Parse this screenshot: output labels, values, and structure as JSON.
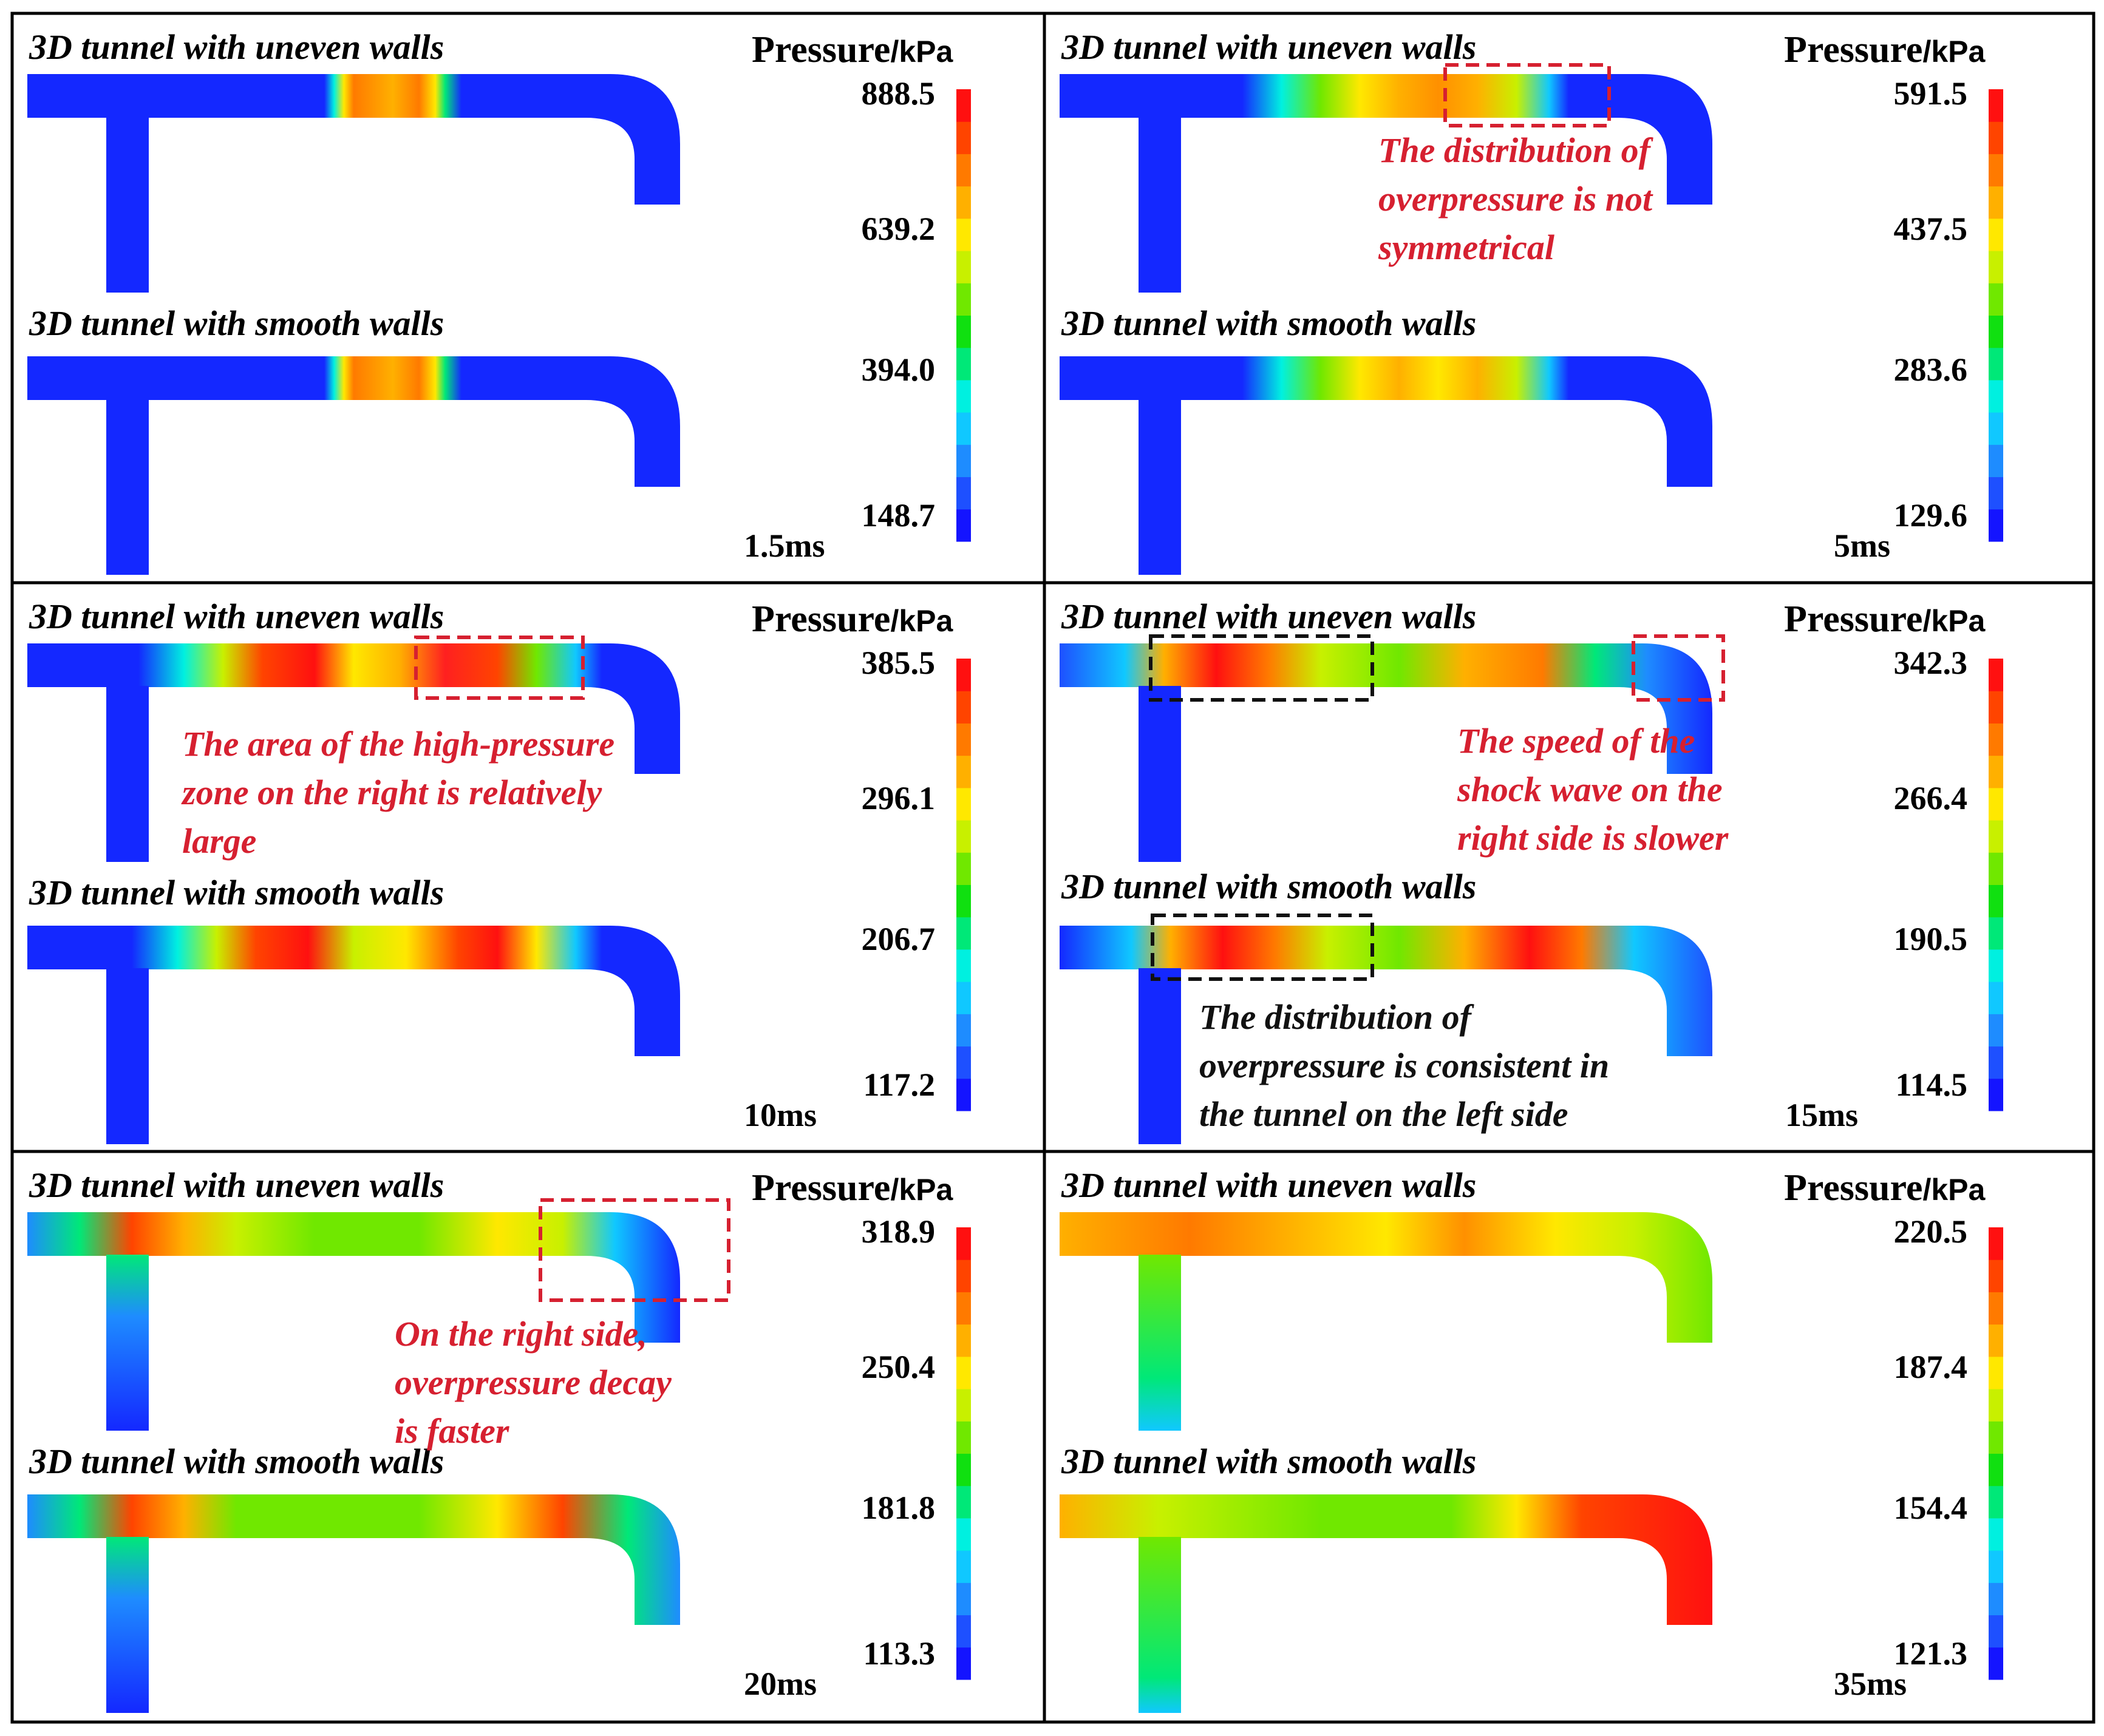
{
  "figure": {
    "tunnel_labels": {
      "uneven": "3D tunnel with uneven walls",
      "smooth": "3D tunnel with smooth walls"
    },
    "colorbar_title_main": "Pressure",
    "colorbar_title_unit": "/kPa",
    "colors": {
      "annotation_red": "#d62030",
      "annotation_black": "#111111",
      "tunnel_base_blue": "#1428ff",
      "colormap": [
        "#1414ff",
        "#1e50ff",
        "#1e8cff",
        "#10c8ff",
        "#00f0e0",
        "#00e878",
        "#10e010",
        "#70e800",
        "#c8f000",
        "#ffe800",
        "#ffb000",
        "#ff7a00",
        "#ff4400",
        "#ff1010"
      ]
    },
    "panels": [
      {
        "id": "p1",
        "time": "1.5ms",
        "colorbar_ticks": [
          "888.5",
          "639.2",
          "394.0",
          "148.7"
        ],
        "colorbar_levels": [
          888.5,
          639.2,
          394.0,
          148.7
        ],
        "annotations": []
      },
      {
        "id": "p2",
        "time": "5ms",
        "colorbar_ticks": [
          "591.5",
          "437.5",
          "283.6",
          "129.6"
        ],
        "colorbar_levels": [
          591.5,
          437.5,
          283.6,
          129.6
        ],
        "annotations": [
          {
            "color": "red",
            "lines": [
              "The distribution of",
              "overpressure is not",
              "symmetrical"
            ]
          }
        ]
      },
      {
        "id": "p3",
        "time": "10ms",
        "colorbar_ticks": [
          "385.5",
          "296.1",
          "206.7",
          "117.2"
        ],
        "colorbar_levels": [
          385.5,
          296.1,
          206.7,
          117.2
        ],
        "annotations": [
          {
            "color": "red",
            "lines": [
              "The area of the high-pressure",
              "zone on the right is relatively",
              "large"
            ]
          }
        ]
      },
      {
        "id": "p4",
        "time": "15ms",
        "colorbar_ticks": [
          "342.3",
          "266.4",
          "190.5",
          "114.5"
        ],
        "colorbar_levels": [
          342.3,
          266.4,
          190.5,
          114.5
        ],
        "annotations": [
          {
            "color": "red",
            "lines": [
              "The speed of the",
              "shock wave on the",
              "right side is slower"
            ]
          },
          {
            "color": "black",
            "lines": [
              "The distribution of",
              "overpressure is consistent in",
              "the tunnel on the left side"
            ]
          }
        ]
      },
      {
        "id": "p5",
        "time": "20ms",
        "colorbar_ticks": [
          "318.9",
          "250.4",
          "181.8",
          "113.3"
        ],
        "colorbar_levels": [
          318.9,
          250.4,
          181.8,
          113.3
        ],
        "annotations": [
          {
            "color": "red",
            "lines": [
              "On the right side,",
              "overpressure decay",
              "is faster"
            ]
          }
        ]
      },
      {
        "id": "p6",
        "time": "35ms",
        "colorbar_ticks": [
          "220.5",
          "187.4",
          "154.4",
          "121.3"
        ],
        "colorbar_levels": [
          220.5,
          187.4,
          154.4,
          121.3
        ],
        "annotations": []
      }
    ]
  }
}
